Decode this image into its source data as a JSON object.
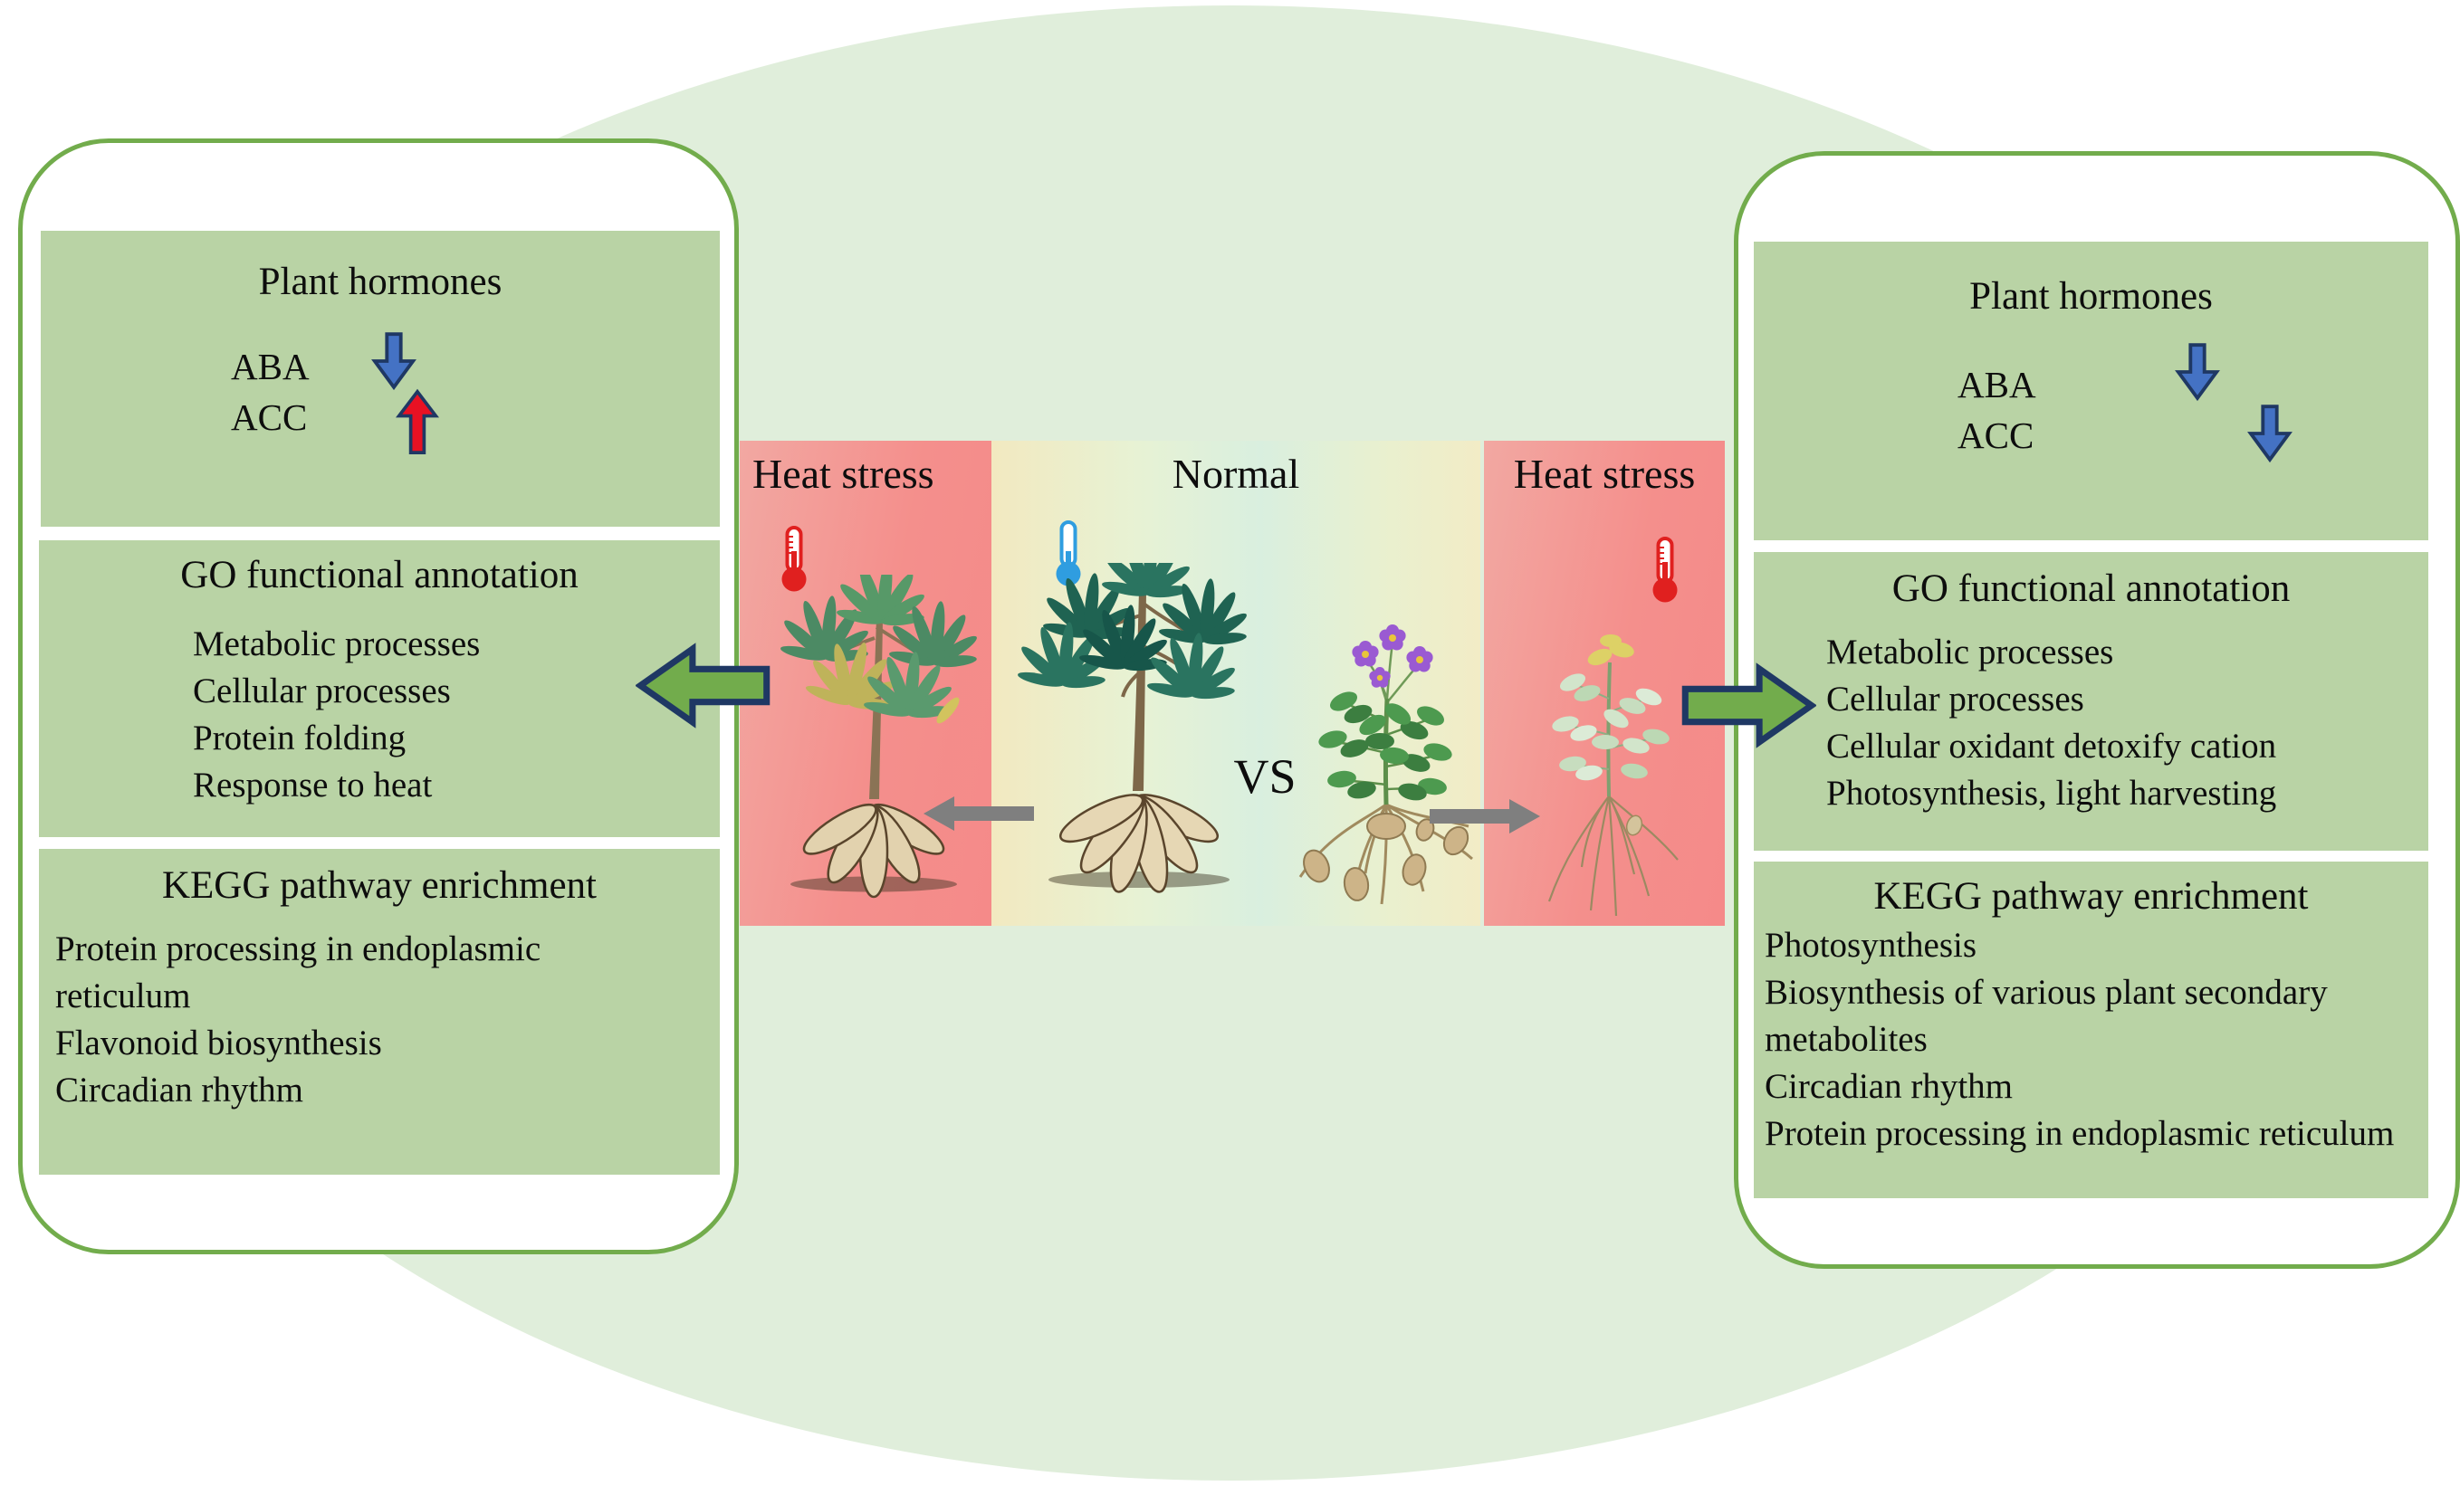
{
  "left_panel": {
    "hormones": {
      "title": "Plant hormones",
      "aba": "ABA",
      "acc": "ACC"
    },
    "go": {
      "title": "GO functional annotation",
      "items": [
        "Metabolic processes",
        "Cellular processes",
        "Protein folding",
        "Response to heat"
      ]
    },
    "kegg": {
      "title": "KEGG pathway enrichment",
      "items": [
        "Protein processing in endoplasmic reticulum",
        "Flavonoid biosynthesis",
        "Circadian rhythm"
      ]
    }
  },
  "right_panel": {
    "hormones": {
      "title": "Plant hormones",
      "aba": "ABA",
      "acc": "ACC"
    },
    "go": {
      "title": "GO functional annotation",
      "items": [
        "Metabolic processes",
        "Cellular processes",
        "Cellular oxidant detoxify cation",
        "Photosynthesis, light harvesting"
      ]
    },
    "kegg": {
      "title": "KEGG pathway enrichment",
      "items": [
        "Photosynthesis",
        "Biosynthesis of various plant secondary metabolites",
        "Circadian rhythm",
        "Protein processing in endoplasmic reticulum"
      ]
    }
  },
  "center": {
    "heat_stress_left_label": "Heat stress",
    "normal_label": "Normal",
    "heat_stress_right_label": "Heat stress",
    "vs_label": "VS"
  },
  "icons": {
    "left_band": "thermometer-red-icon",
    "middle_band": "thermometer-blue-icon",
    "right_band": "thermometer-red-icon",
    "hormone_up": "up-arrow-icon",
    "hormone_down": "down-arrow-icon",
    "panel_pointers": "block-arrow-icon",
    "comparison_pointers": "gray-arrow-icon"
  },
  "colors": {
    "accent_green": "#72ac4c",
    "box_green": "#b9d3a5",
    "ellipse_green": "#e0eedb",
    "navy_outline": "#1f3864",
    "arrow_blue": "#4472c4",
    "arrow_red": "#e81123",
    "arrow_gray": "#7f7f7f",
    "heat_pink": "#f49391",
    "thermometer_red": "#e0201f",
    "thermometer_blue": "#2f9de0"
  }
}
